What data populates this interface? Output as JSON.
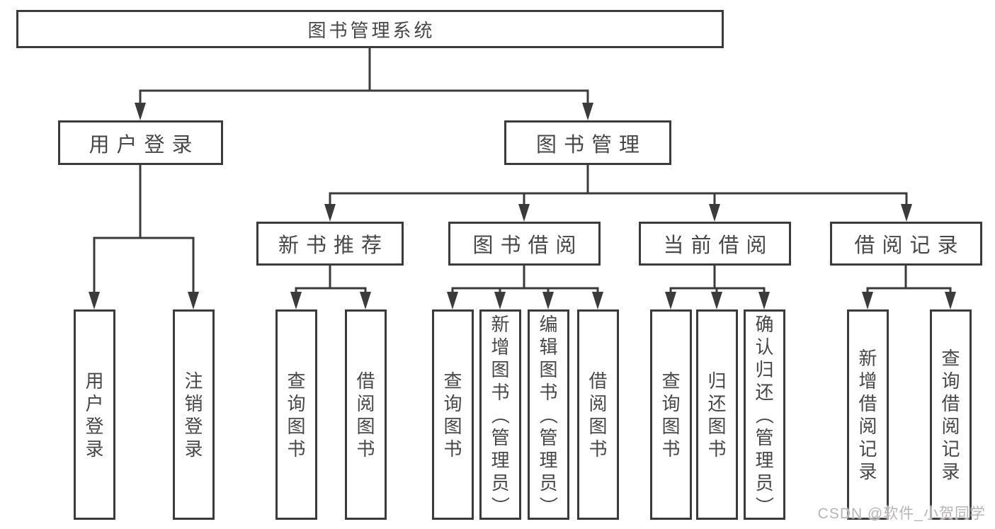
{
  "diagram": {
    "root": {
      "label": "图书管理系统"
    },
    "level2": [
      {
        "label": "用户登录"
      },
      {
        "label": "图书管理"
      }
    ],
    "level3": [
      {
        "label": "新书推荐"
      },
      {
        "label": "图书借阅"
      },
      {
        "label": "当前借阅"
      },
      {
        "label": "借阅记录"
      }
    ],
    "leaves": [
      {
        "label": "用户登录"
      },
      {
        "label": "注销登录"
      },
      {
        "label": "查询图书"
      },
      {
        "label": "借阅图书"
      },
      {
        "label": "查询图书"
      },
      {
        "label": "新增图书（管理员）"
      },
      {
        "label": "编辑图书（管理员）"
      },
      {
        "label": "借阅图书"
      },
      {
        "label": "查询图书"
      },
      {
        "label": "归还图书"
      },
      {
        "label": "确认归还（管理员）"
      },
      {
        "label": "新增借阅记录"
      },
      {
        "label": "查询借阅记录"
      }
    ],
    "line_color": "#3b3b3b",
    "text_color": "#474747"
  },
  "watermark": {
    "text": "CSDN @软件_小贺同学"
  }
}
